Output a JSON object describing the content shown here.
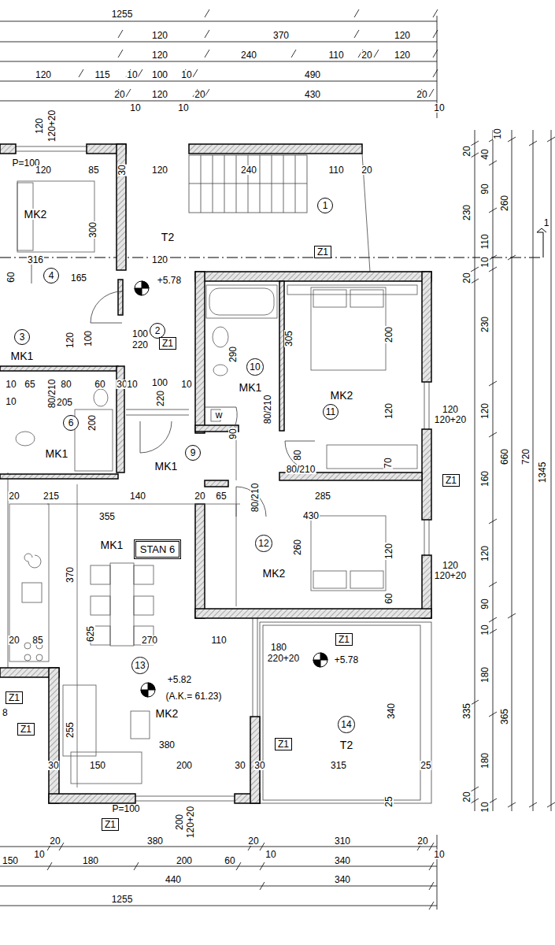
{
  "diagram": {
    "nodes": [
      {
        "text": [
          "1"
        ]
      },
      {
        "text": [
          "Z1"
        ]
      },
      {
        "text": [
          "4"
        ]
      },
      {
        "text": [
          "2"
        ]
      },
      {
        "text": [
          "3"
        ]
      },
      {
        "text": [
          "Z1"
        ]
      },
      {
        "text": [
          "10"
        ]
      },
      {
        "text": [
          "11"
        ]
      },
      {
        "text": [
          "6"
        ]
      },
      {
        "text": [
          "9"
        ]
      },
      {
        "text": [
          "Z1"
        ]
      },
      {
        "text": [
          "12"
        ]
      },
      {
        "text": [
          "STAN 6"
        ]
      },
      {
        "text": [
          "Z1"
        ]
      },
      {
        "text": [
          "13"
        ]
      },
      {
        "text": [
          "Z1"
        ]
      },
      {
        "text": [
          "14"
        ]
      },
      {
        "text": [
          "Z1"
        ]
      },
      {
        "text": [
          "Z1"
        ]
      },
      {
        "text": [
          "Z1"
        ]
      }
    ],
    "labels": [
      "1255",
      "120",
      "370",
      "120",
      "120",
      "240",
      "110",
      "20",
      "120",
      "120",
      "115",
      "10",
      "100",
      "10",
      "490",
      "20",
      "120",
      "20",
      "430",
      "20",
      "10",
      "10",
      "10",
      "120",
      "120+20",
      "P=100",
      "120",
      "85",
      "30",
      "120",
      "240",
      "110",
      "20",
      "MK2",
      "300",
      "T2",
      "316",
      "120",
      "60",
      "165",
      "+5.78",
      "MK1",
      "120",
      "100",
      "100",
      "220",
      "290",
      "MK1",
      "w",
      "80/210",
      "305",
      "200",
      "MK2",
      "120",
      "120",
      "120+20",
      "10",
      "65",
      "80",
      "60",
      "30",
      "10",
      "100",
      "220",
      "10",
      "80/210",
      "205",
      "10",
      "200",
      "MK1",
      "MK1",
      "90",
      "80",
      "80/210",
      "70",
      "20",
      "215",
      "140",
      "20",
      "65",
      "80/210",
      "285",
      "355",
      "430",
      "MK1",
      "260",
      "120",
      "120",
      "120+20",
      "MK2",
      "370",
      "60",
      "20",
      "85",
      "625",
      "270",
      "110",
      "180",
      "220+20",
      "+5.78",
      "+5.82",
      "(A.K.= 61.23)",
      "MK2",
      "340",
      "8",
      "255",
      "380",
      "T2",
      "30",
      "150",
      "200",
      "30",
      "30",
      "315",
      "25",
      "25",
      "P=100",
      "200",
      "120+20",
      "20",
      "380",
      "20",
      "310",
      "20",
      "10",
      "10",
      "10",
      "150",
      "180",
      "200",
      "60",
      "340",
      "440",
      "340",
      "1255",
      "10",
      "20",
      "40",
      "90",
      "230",
      "110",
      "10",
      "20",
      "260",
      "230",
      "120",
      "160",
      "660",
      "720",
      "1345",
      "120",
      "90",
      "10",
      "180",
      "335",
      "365",
      "180",
      "20",
      "10",
      "1"
    ]
  }
}
